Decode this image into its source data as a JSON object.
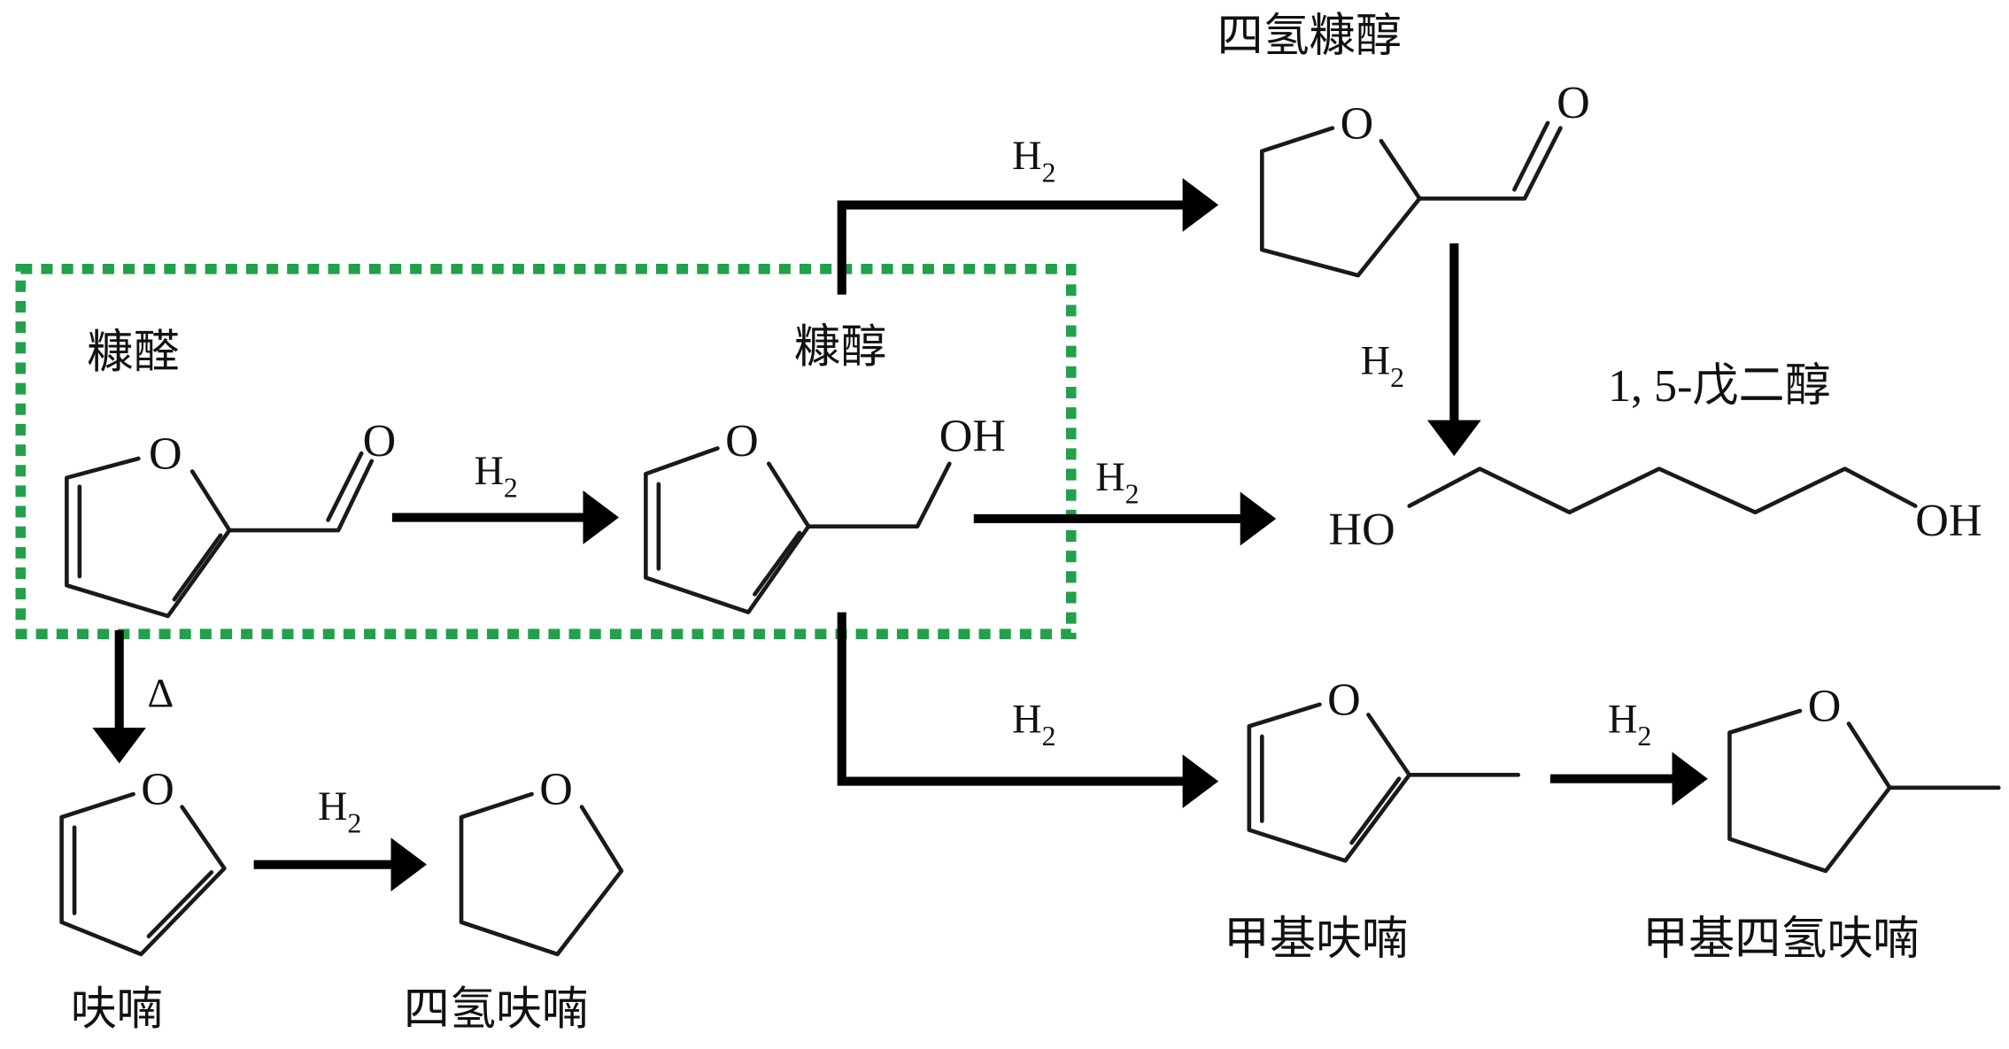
{
  "title": "Furfural hydrogenation pathways",
  "colors": {
    "highlight_box": "#22a04b",
    "ink": "#111111"
  },
  "compounds": {
    "furfural": "糠醛",
    "furfuryl_alcohol": "糠醇",
    "tetrahydrofurfuryl_alcohol": "四氢糠醇",
    "pentanediol": "1, 5-戊二醇",
    "furan": "呋喃",
    "thf": "四氢呋喃",
    "methylfuran": "甲基呋喃",
    "methyl_thf": "甲基四氢呋喃"
  },
  "atoms": {
    "O": "O",
    "OH": "OH",
    "HO": "HO"
  },
  "reagents": {
    "H": "H",
    "sub2": "2",
    "heat": "Δ"
  }
}
